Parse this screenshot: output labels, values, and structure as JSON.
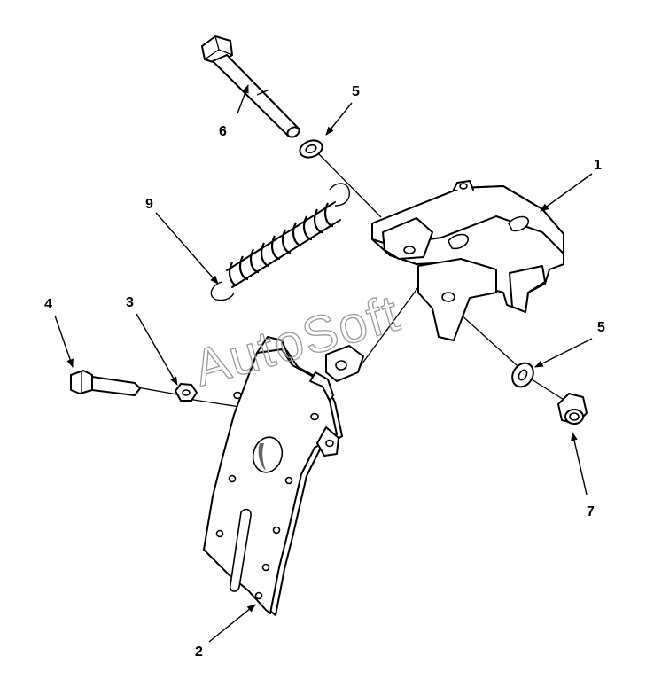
{
  "watermark": "AutoSoft",
  "callouts": {
    "c1": "1",
    "c2": "2",
    "c3": "3",
    "c4": "4",
    "c5a": "5",
    "c5b": "5",
    "c6": "6",
    "c7": "7",
    "c9": "9"
  }
}
